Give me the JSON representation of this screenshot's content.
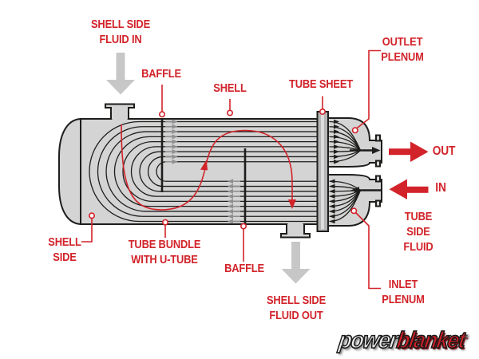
{
  "colors": {
    "accent_red": "#d2232a",
    "shell_gray": "#d4d4d4",
    "tube_sheet_gray": "#b5b5b5",
    "line_black": "#1d1d1b",
    "flow_arrow_gray": "#c7c7c7"
  },
  "labels": {
    "shell_side_fluid_in": "SHELL SIDE\nFLUID IN",
    "baffle_top": "BAFFLE",
    "shell": "SHELL",
    "tube_sheet": "TUBE SHEET",
    "outlet_plenum": "OUTLET\nPLENUM",
    "flow_out": "OUT",
    "flow_in": "IN",
    "tube_side_fluid": "TUBE SIDE\nFLUID",
    "inlet_plenum": "INLET\nPLENUM",
    "shell_side": "SHELL\nSIDE",
    "tube_bundle": "TUBE BUNDLE\nWITH U-TUBE",
    "baffle_bottom": "BAFFLE",
    "shell_side_fluid_out": "SHELL SIDE\nFLUID OUT"
  },
  "logo": {
    "word1": "power",
    "word2": "blanket",
    "registered": "®"
  }
}
